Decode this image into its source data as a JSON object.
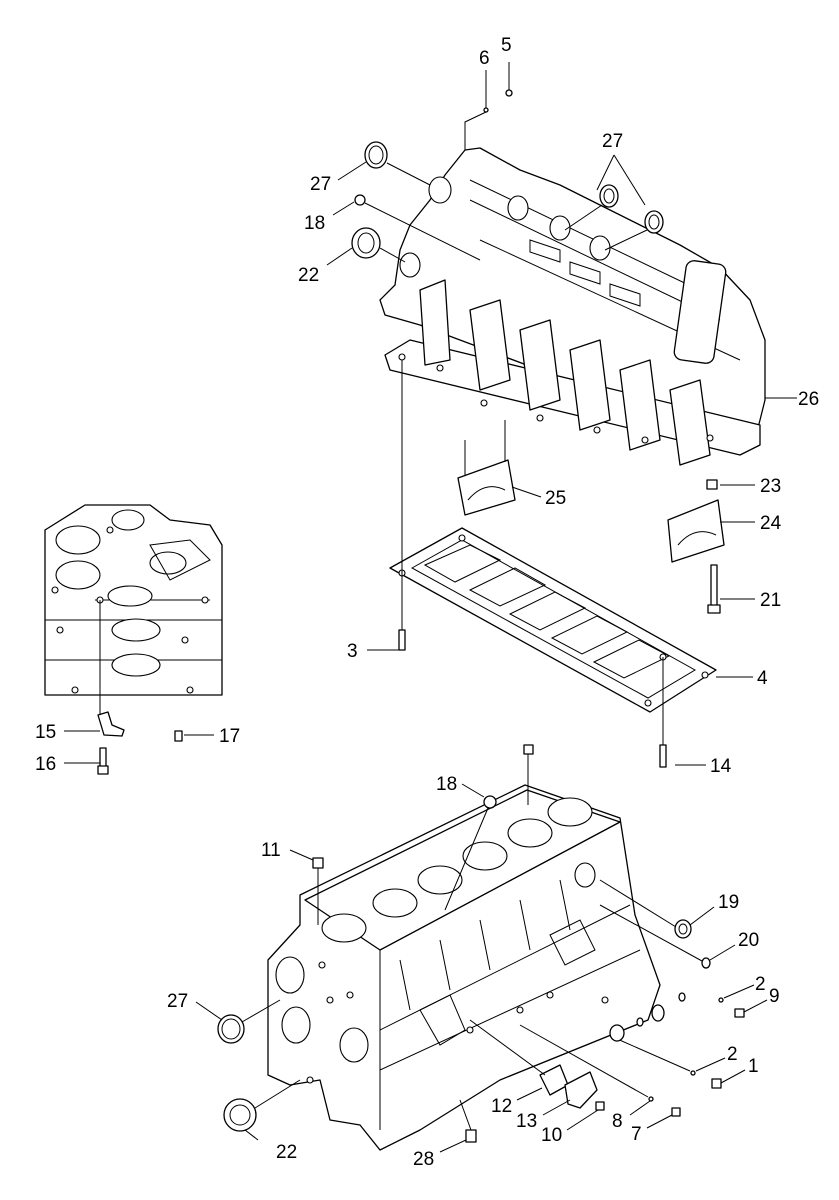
{
  "callouts": {
    "c1": "1",
    "c2a": "2",
    "c2b": "2",
    "c3": "3",
    "c4": "4",
    "c5": "5",
    "c6": "6",
    "c7": "7",
    "c8": "8",
    "c9": "9",
    "c10": "10",
    "c11": "11",
    "c12": "12",
    "c13": "13",
    "c14": "14",
    "c15": "15",
    "c16": "16",
    "c17": "17",
    "c18a": "18",
    "c18b": "18",
    "c19": "19",
    "c20": "20",
    "c21": "21",
    "c22a": "22",
    "c22b": "22",
    "c23": "23",
    "c24": "24",
    "c25": "25",
    "c26": "26",
    "c27a": "27",
    "c27b": "27",
    "c27c": "27",
    "c28": "28"
  }
}
